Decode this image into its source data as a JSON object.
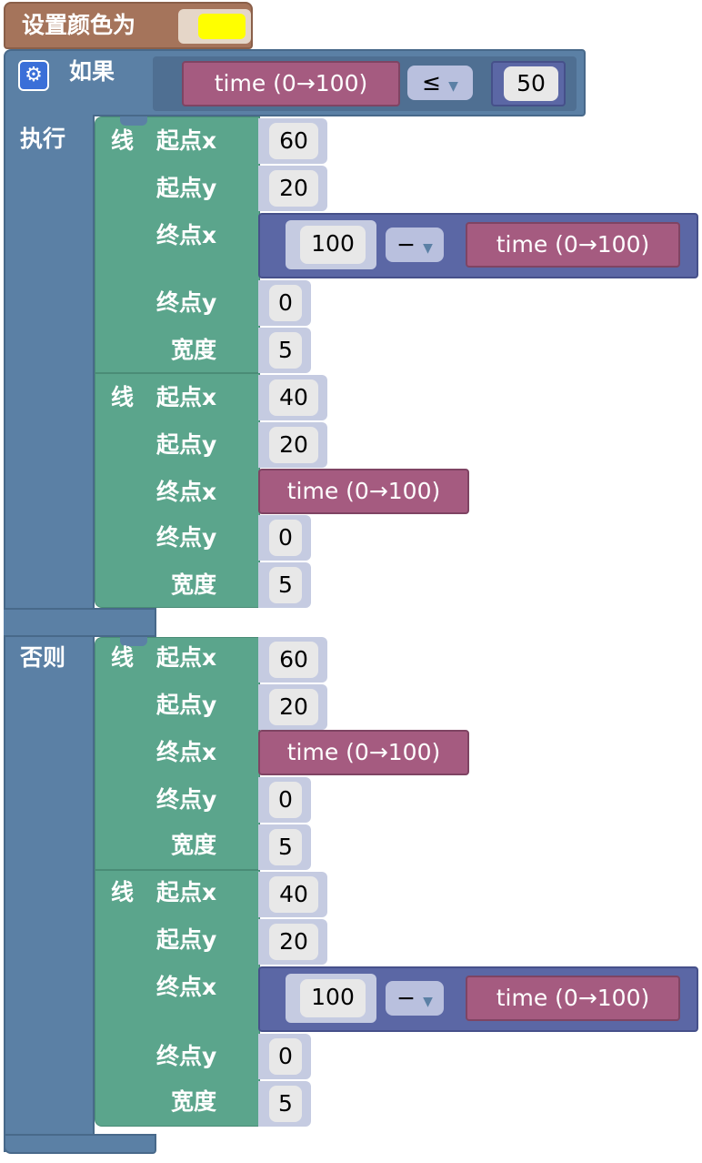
{
  "set_color": {
    "label": "设置颜色为",
    "color": "#ffff00"
  },
  "if_block": {
    "if_label": "如果",
    "do_label": "执行",
    "else_label": "否则",
    "condition": {
      "left": "time (0→100)",
      "operator": "≤",
      "right": "50"
    }
  },
  "line_block": {
    "title": "线",
    "labels": {
      "start_x": "起点x",
      "start_y": "起点y",
      "end_x": "终点x",
      "end_y": "终点y",
      "width": "宽度"
    }
  },
  "variable_time": "time (0→100)",
  "do_lines": [
    {
      "start_x": "60",
      "start_y": "20",
      "end_x_expr": {
        "left": "100",
        "op": "−",
        "right": "time (0→100)"
      },
      "end_y": "0",
      "width": "5"
    },
    {
      "start_x": "40",
      "start_y": "20",
      "end_x_var": "time (0→100)",
      "end_y": "0",
      "width": "5"
    }
  ],
  "else_lines": [
    {
      "start_x": "60",
      "start_y": "20",
      "end_x_var": "time (0→100)",
      "end_y": "0",
      "width": "5"
    },
    {
      "start_x": "40",
      "start_y": "20",
      "end_x_expr": {
        "left": "100",
        "op": "−",
        "right": "time (0→100)"
      },
      "end_y": "0",
      "width": "5"
    }
  ]
}
